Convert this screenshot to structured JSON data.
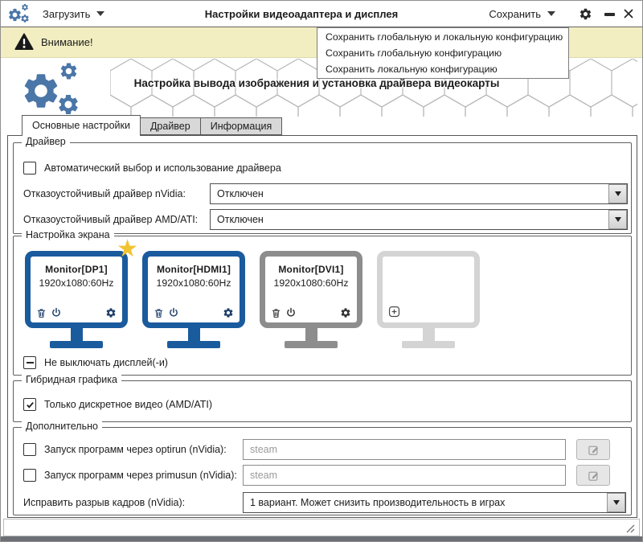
{
  "titlebar": {
    "load_label": "Загрузить",
    "title": "Настройки видеоадаптера и дисплея",
    "save_label": "Сохранить"
  },
  "warning": {
    "label": "Внимание!"
  },
  "save_menu": {
    "items": [
      "Сохранить глобальную и локальную конфигурацию",
      "Сохранить глобальную конфигурацию",
      "Сохранить локальную конфигурацию"
    ]
  },
  "header": {
    "subtitle": "Настройка вывода изображения и установка драйвера видеокарты"
  },
  "tabs": [
    {
      "label": "Основные настройки",
      "active": true
    },
    {
      "label": "Драйвер",
      "active": false
    },
    {
      "label": "Информация",
      "active": false
    }
  ],
  "groups": {
    "driver": {
      "title": "Драйвер",
      "auto_label": "Автоматический выбор и использование драйвера",
      "auto_checked": false,
      "nvidia_label": "Отказоустойчивый драйвер nVidia:",
      "nvidia_value": "Отключен",
      "amd_label": "Отказоустойчивый драйвер AMD/ATI:",
      "amd_value": "Отключен"
    },
    "screen": {
      "title": "Настройка экрана",
      "monitors": [
        {
          "name": "Monitor[DP1]",
          "mode": "1920x1080:60Hz",
          "starred": true,
          "state": "active"
        },
        {
          "name": "Monitor[HDMI1]",
          "mode": "1920x1080:60Hz",
          "starred": false,
          "state": "active"
        },
        {
          "name": "Monitor[DVI1]",
          "mode": "1920x1080:60Hz",
          "starred": false,
          "state": "disabled"
        },
        {
          "name": "",
          "mode": "",
          "starred": false,
          "state": "empty"
        }
      ],
      "keep_on_label": "Не выключать дисплей(-и)",
      "keep_on_state": "indeterminate"
    },
    "hybrid": {
      "title": "Гибридная графика",
      "discrete_label": "Только дискретное видео (AMD/ATI)",
      "discrete_checked": true
    },
    "extra": {
      "title": "Дополнительно",
      "optirun_label": "Запуск программ через optirun (nVidia):",
      "optirun_value": "steam",
      "optirun_checked": false,
      "primusun_label": "Запуск программ через primusun (nVidia):",
      "primusun_value": "steam",
      "primusun_checked": false,
      "tearing_label": "Исправить разрыв кадров (nVidia):",
      "tearing_value": "1 вариант. Может снизить производительность в играх"
    }
  },
  "icons": {
    "star": "★"
  },
  "colors": {
    "monitor_blue": "#1a5b9e",
    "logo_blue": "#4a76a8",
    "warning_bg": "#f2eec1",
    "star_yellow": "#f2c331",
    "monitor_gray": "#8d8d8d",
    "monitor_empty": "#d4d4d4"
  }
}
